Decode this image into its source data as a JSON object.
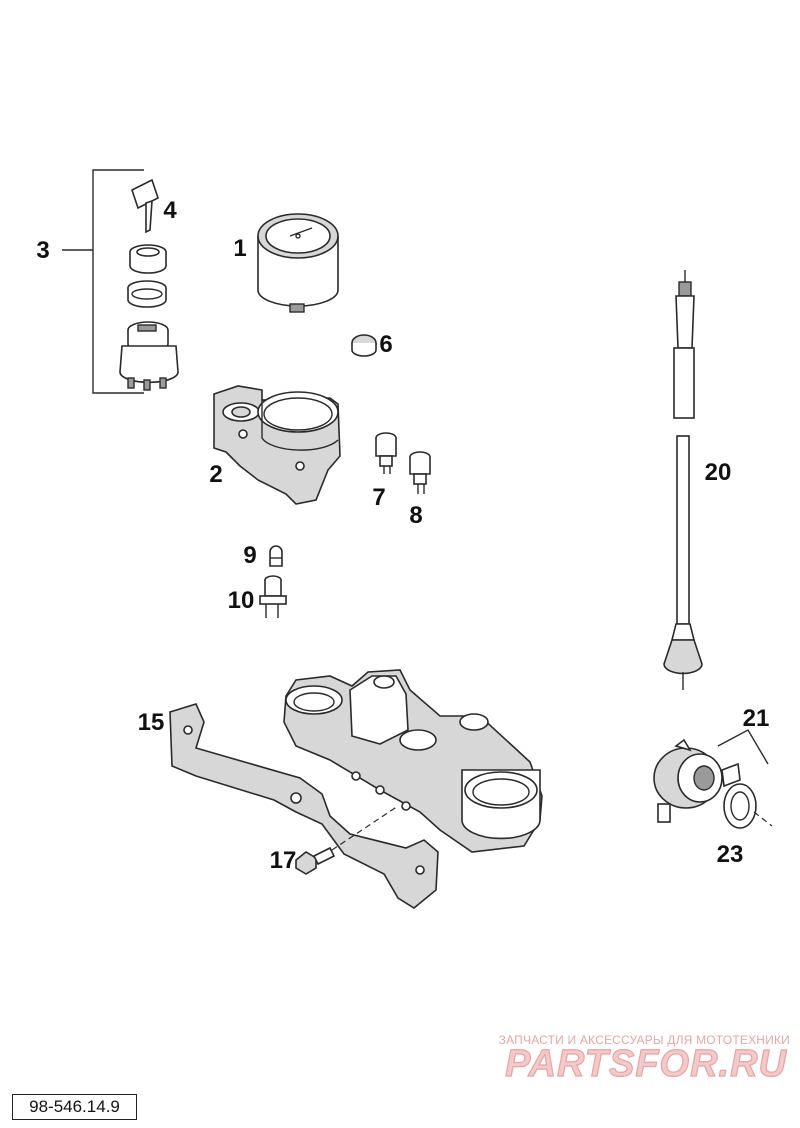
{
  "callouts": {
    "c1": "1",
    "c2": "2",
    "c3": "3",
    "c4": "4",
    "c6": "6",
    "c7": "7",
    "c8": "8",
    "c9": "9",
    "c10": "10",
    "c15": "15",
    "c17": "17",
    "c20": "20",
    "c21": "21",
    "c23": "23"
  },
  "drawing_code": "98-546.14.9",
  "watermark": {
    "tagline": "ЗАПЧАСТИ И АКСЕССУАРЫ ДЛЯ МОТОТЕХНИКИ",
    "brand": "PARTSFOR.RU"
  },
  "colors": {
    "line": "#2a2a2a",
    "watermark": "#e8a4a4"
  }
}
